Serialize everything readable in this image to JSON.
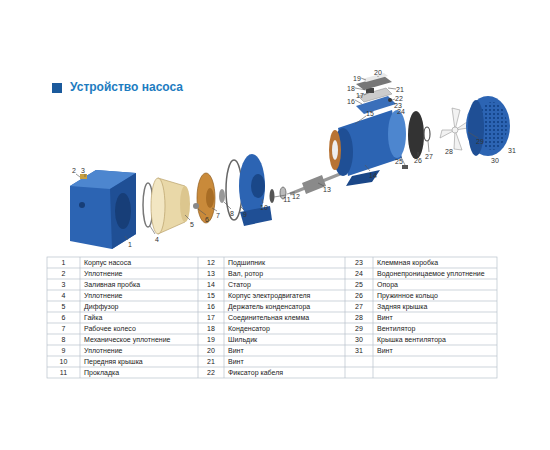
{
  "diagram": {
    "title": "Устройство насоса",
    "labels": [
      "1",
      "2",
      "3",
      "4",
      "5",
      "6",
      "7",
      "8",
      "9",
      "10",
      "11",
      "12",
      "13",
      "14",
      "15",
      "16",
      "17",
      "18",
      "19",
      "20",
      "21",
      "22",
      "23",
      "24",
      "25",
      "26",
      "27",
      "28",
      "29",
      "30",
      "31",
      "1",
      "Корпус насоса",
      "12",
      "Подшипник",
      "23",
      "Клеммная коробка",
      "2",
      "Уплотнение",
      "13",
      "Вал, ротор",
      "24",
      "Водонепроницаемое уплотнение",
      "3",
      "Заливная пробка",
      "14",
      "Статор",
      "25",
      "Опора",
      "4",
      "Уплотнение",
      "15",
      "Корпус электродвигателя",
      "26",
      "Пружинное кольцо",
      "5",
      "Диффузор",
      "16",
      "Держатель конденсатора",
      "27",
      "Задняя крышка",
      "6",
      "Гайка",
      "17",
      "Соединительная клемма",
      "28",
      "Винт",
      "7",
      "Рабочее колесо",
      "18",
      "Конденсатор",
      "29",
      "Вентилятор",
      "8",
      "Механическое уплотнение",
      "19",
      "Шильдик",
      "30",
      "Крышка вентилятора",
      "9",
      "Уплотнение",
      "20",
      "Винт",
      "31",
      "Винт",
      "10",
      "Передняя крышка",
      "21",
      "Винт",
      "11",
      "Прокладка",
      "22",
      "Фиксатор кабеля"
    ]
  }
}
